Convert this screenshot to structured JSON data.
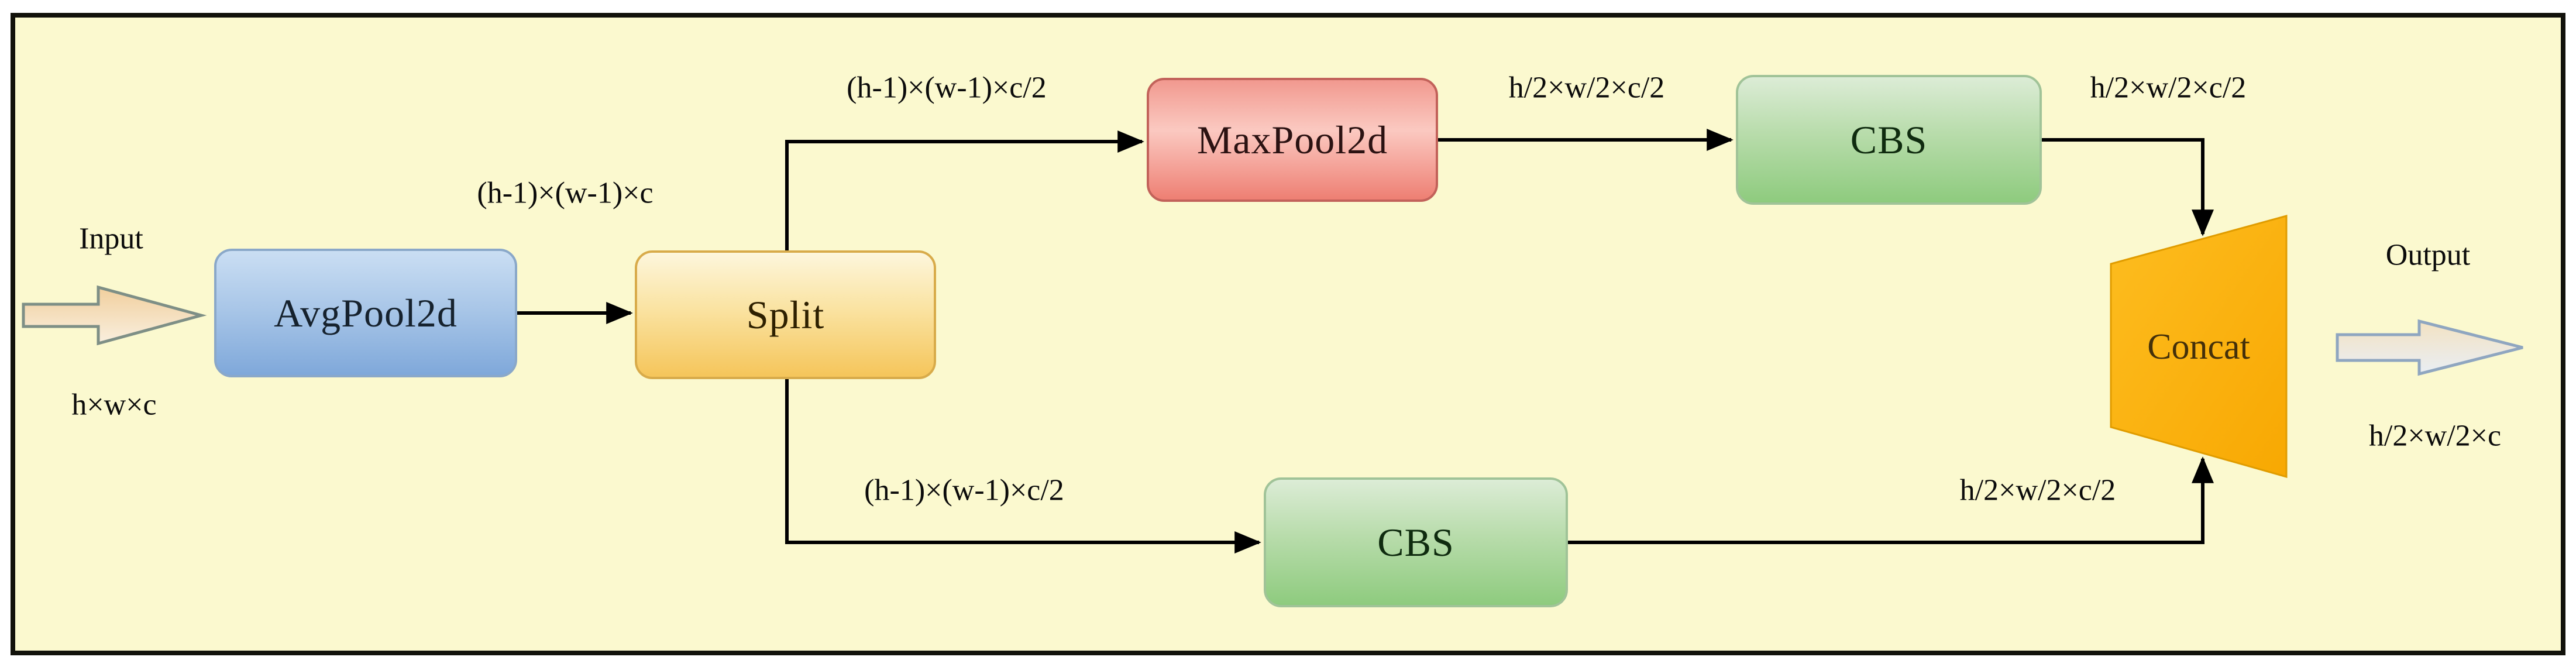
{
  "diagram_title": "ADown-style downsampling module diagram",
  "panel": {
    "background_color": "#fbf9cf",
    "border_color": "#12120b"
  },
  "io": {
    "input_label": "Input",
    "input_dims": "h×w×c",
    "output_label": "Output",
    "output_dims": "h/2×w/2×c"
  },
  "nodes": {
    "avgpool": {
      "label": "AvgPool2d",
      "fill": "#9dbde5",
      "text_color": "#16222e"
    },
    "split": {
      "label": "Split",
      "fill": "#f8dd9b",
      "text_color": "#2e2000"
    },
    "maxpool": {
      "label": "MaxPool2d",
      "fill": "#f5a49a",
      "text_color": "#2b1212"
    },
    "cbs_top": {
      "label": "CBS",
      "fill": "#b5dba7",
      "text_color": "#0f2b0f"
    },
    "cbs_bottom": {
      "label": "CBS",
      "fill": "#b5dba7",
      "text_color": "#0f2b0f"
    },
    "concat": {
      "label": "Concat",
      "fill": "#fcb215",
      "text_color": "#44300a"
    }
  },
  "edge_labels": {
    "avgpool_to_split": "(h-1)×(w-1)×c",
    "split_to_maxpool": "(h-1)×(w-1)×c/2",
    "maxpool_to_cbs": "h/2×w/2×c/2",
    "cbs_top_to_concat": "h/2×w/2×c/2",
    "split_to_cbs_bottom": "(h-1)×(w-1)×c/2",
    "cbs_bottom_to_concat": "h/2×w/2×c/2"
  },
  "colors": {
    "edge_stroke": "#000000",
    "input_arrow_fill": "#f3d7ab",
    "input_arrow_stroke": "#7e8f86",
    "output_arrow_fill": "#f0e0c2",
    "output_arrow_stroke": "#8fa6c0"
  }
}
